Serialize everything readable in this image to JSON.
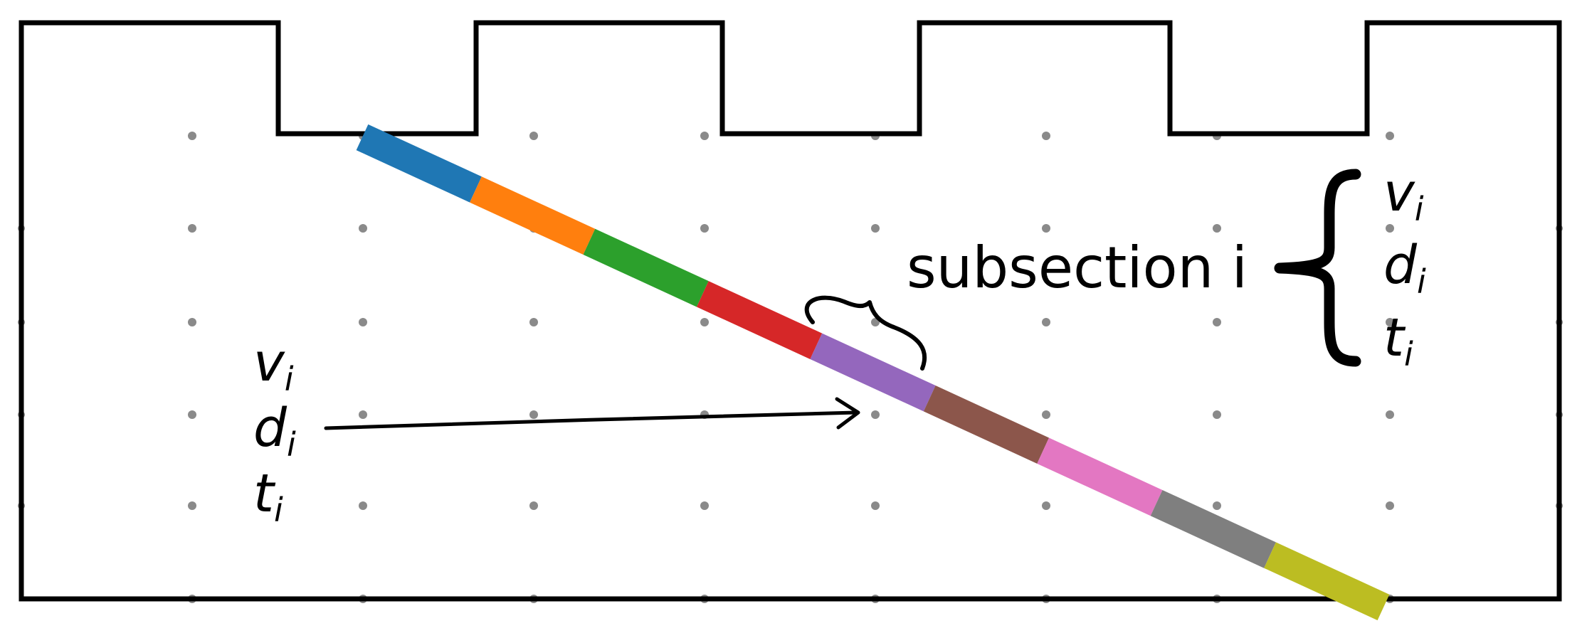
{
  "colors": {
    "outline": "#000000",
    "grid_dot": "#8a8a8a",
    "segments": [
      "#1f77b4",
      "#ff7f0e",
      "#2ca02c",
      "#d62728",
      "#9467bd",
      "#8c564b",
      "#e377c2",
      "#7f7f7f",
      "#bcbd22"
    ]
  },
  "labels": {
    "subsection": "subsection i",
    "right_group": {
      "v": "v",
      "d": "d",
      "t": "t",
      "sub": "i"
    },
    "left_group": {
      "v": "v",
      "d": "d",
      "t": "t",
      "sub": "i"
    }
  },
  "icons": {
    "arrow": "arrow-right-icon",
    "small_brace": "curly-brace-icon",
    "large_brace": "left-curly-brace-icon"
  }
}
